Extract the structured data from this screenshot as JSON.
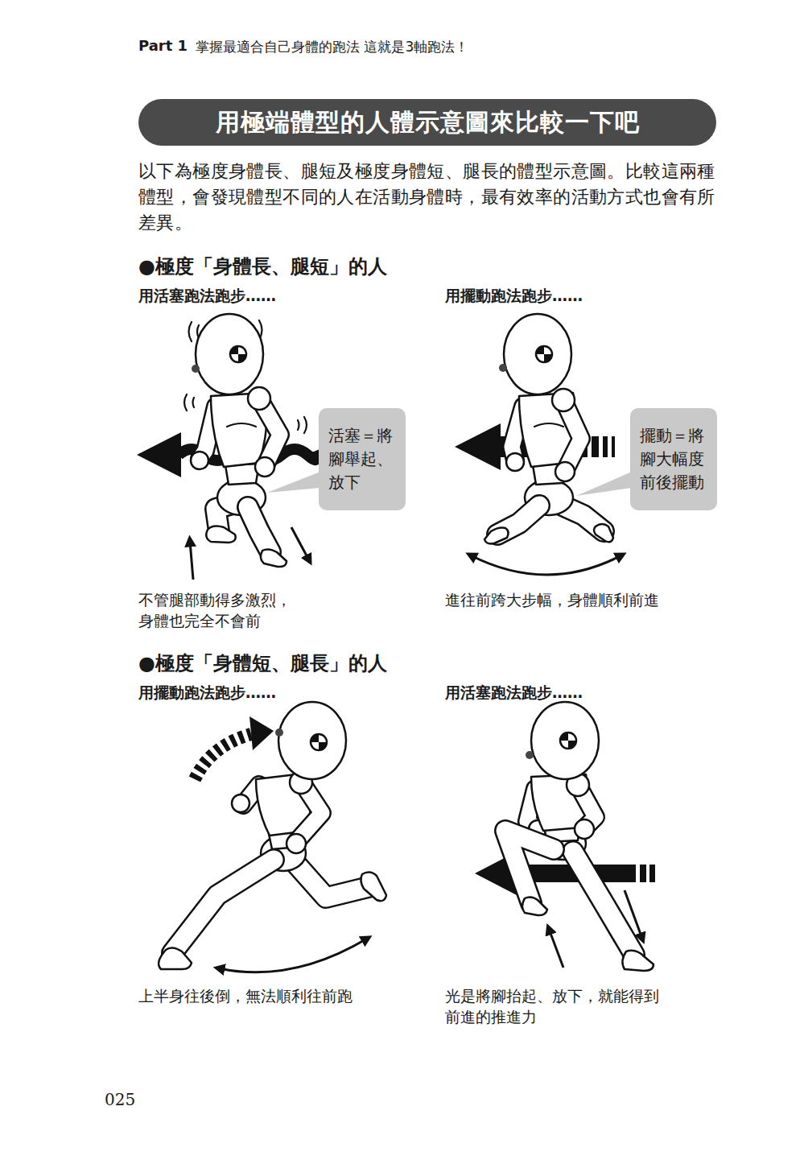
{
  "diagram": {
    "title": "用極端體型的人體示意圖來比較一下吧",
    "nodes": [
      {
        "text": [
          "活塞＝將 腳舉起、 放下"
        ]
      },
      {
        "text": [
          "擺動＝將 腳大幅度 前後擺動"
        ]
      }
    ],
    "labels": [
      "Part 1",
      "掌握最適合自己身體的跑法 這就是3軸跑法！",
      "以下為極度身體長、腿短及極度身體短、腿長的體型示意圖。比較這兩種 體型，會發現體型不同的人在活動身體時，最有效率的活動方式也會有所 差異。",
      "●極度「身體長、腿短」的人",
      "用活塞跑法跑步……",
      "用擺動跑法跑步……",
      "不管腿部動得多激烈， 身體也完全不會前",
      "進往前跨大步幅，身體順利前進",
      "●極度「身體短、腿長」的人",
      "用擺動跑法跑步……",
      "用活塞跑法跑步……",
      "上半身往後倒，無法順利往前跑",
      "光是將腳抬起、放下，就能得到 前進的推進力",
      "025"
    ]
  }
}
